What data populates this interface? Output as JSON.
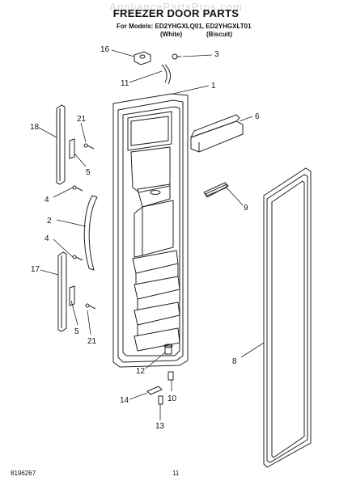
{
  "watermark": "AppliancePartsPros.com",
  "title": "FREEZER DOOR PARTS",
  "models_line": "For Models: ED2YHGXLQ01, ED2YHGXLT01",
  "variants": [
    "(White)",
    "(Biscuit)"
  ],
  "footer_left": "8196267",
  "footer_page": "11",
  "callouts": [
    {
      "id": "16",
      "label": "16"
    },
    {
      "id": "3",
      "label": "3"
    },
    {
      "id": "11",
      "label": "11"
    },
    {
      "id": "1",
      "label": "1"
    },
    {
      "id": "6",
      "label": "6"
    },
    {
      "id": "18",
      "label": "18"
    },
    {
      "id": "21a",
      "label": "21"
    },
    {
      "id": "5a",
      "label": "5"
    },
    {
      "id": "9",
      "label": "9"
    },
    {
      "id": "4a",
      "label": "4"
    },
    {
      "id": "2",
      "label": "2"
    },
    {
      "id": "4b",
      "label": "4"
    },
    {
      "id": "17",
      "label": "17"
    },
    {
      "id": "5b",
      "label": "5"
    },
    {
      "id": "21b",
      "label": "21"
    },
    {
      "id": "8",
      "label": "8"
    },
    {
      "id": "12",
      "label": "12"
    },
    {
      "id": "10",
      "label": "10"
    },
    {
      "id": "14",
      "label": "14"
    },
    {
      "id": "13",
      "label": "13"
    }
  ]
}
